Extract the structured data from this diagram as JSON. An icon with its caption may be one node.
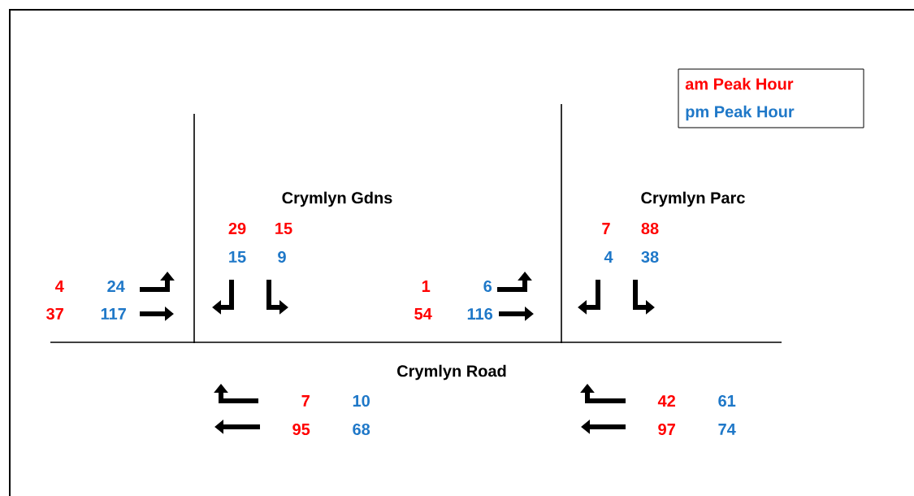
{
  "diagram": {
    "labels": [
      "Crymlyn Gdns",
      "Crymlyn Parc",
      "29",
      "15",
      "7",
      "88",
      "15",
      "9",
      "4",
      "38",
      "4",
      "24",
      "1",
      "6",
      "37",
      "117",
      "54",
      "116",
      "Crymlyn Road",
      "7",
      "10",
      "42",
      "61",
      "95",
      "68",
      "97",
      "74"
    ],
    "legend": [
      {
        "text": "am Peak Hour",
        "color": "#ff0000"
      },
      {
        "text": "pm Peak Hour",
        "color": "#1f78c8"
      }
    ]
  }
}
